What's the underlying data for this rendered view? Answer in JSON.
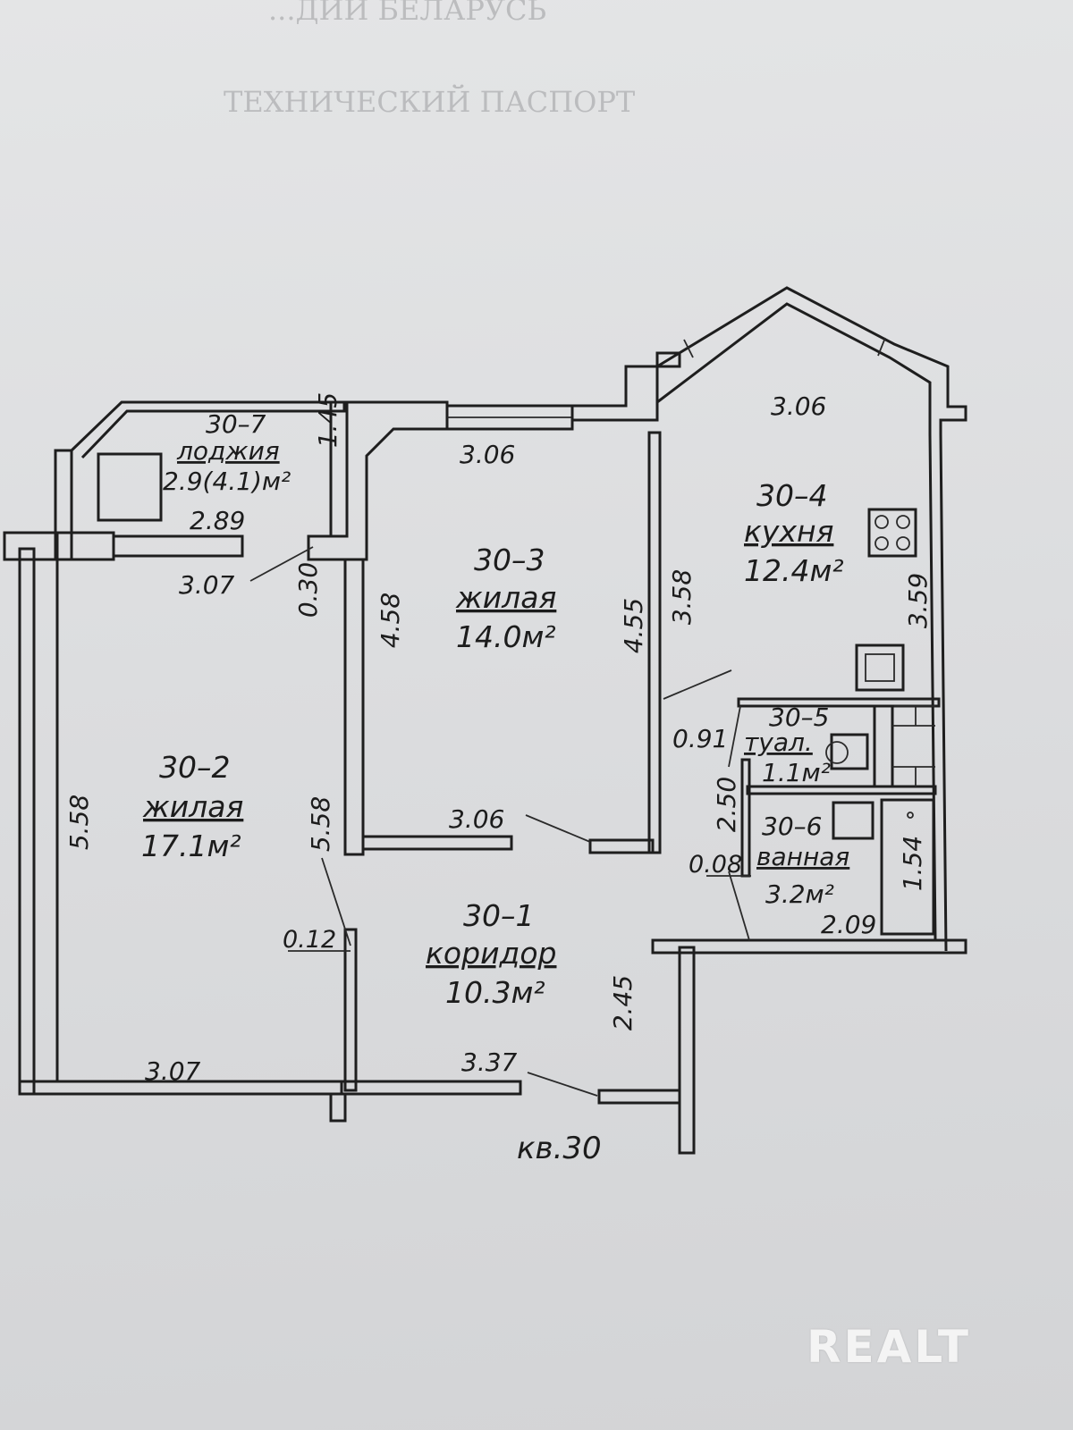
{
  "header_ghost": [
    "...ДИИ БЕЛАРУСЬ",
    "ТЕХНИЧЕСКИЙ ПАСПОРТ"
  ],
  "watermark": "REALT",
  "apartment_label": "кв.30",
  "rooms": {
    "loggia": {
      "code": "30–7",
      "name": "лоджия",
      "area": "2.9(4.1)м²"
    },
    "living_2": {
      "code": "30–2",
      "name": "жилая",
      "area": "17.1м²"
    },
    "living_3": {
      "code": "30–3",
      "name": "жилая",
      "area": "14.0м²"
    },
    "kitchen": {
      "code": "30–4",
      "name": "кухня",
      "area": "12.4м²"
    },
    "toilet": {
      "code": "30–5",
      "name": "туал.",
      "area": "1.1м²"
    },
    "bath": {
      "code": "30–6",
      "name": "ванная",
      "area": "3.2м²"
    },
    "corridor": {
      "code": "30–1",
      "name": "коридор",
      "area": "10.3м²"
    }
  },
  "dimensions": {
    "loggia_height": "1.45",
    "loggia_width": "2.89",
    "loggia_depth": "3.07",
    "wall_offset": "0.30",
    "room3_top": "3.06",
    "room3_left": "4.58",
    "room3_right": "4.55",
    "room3_bottom": "3.06",
    "kitchen_top": "3.06",
    "kitchen_left": "3.58",
    "kitchen_right": "3.59",
    "room2_left": "5.58",
    "room2_right": "5.58",
    "room2_bottom": "3.07",
    "room2_gap": "0.12",
    "toilet_width": "0.91",
    "toilet_height": "2.50",
    "bath_gap": "0.08",
    "bath_height": "1.54",
    "bath_width": "2.09",
    "corridor_right": "2.45",
    "corridor_bottom": "3.37"
  }
}
